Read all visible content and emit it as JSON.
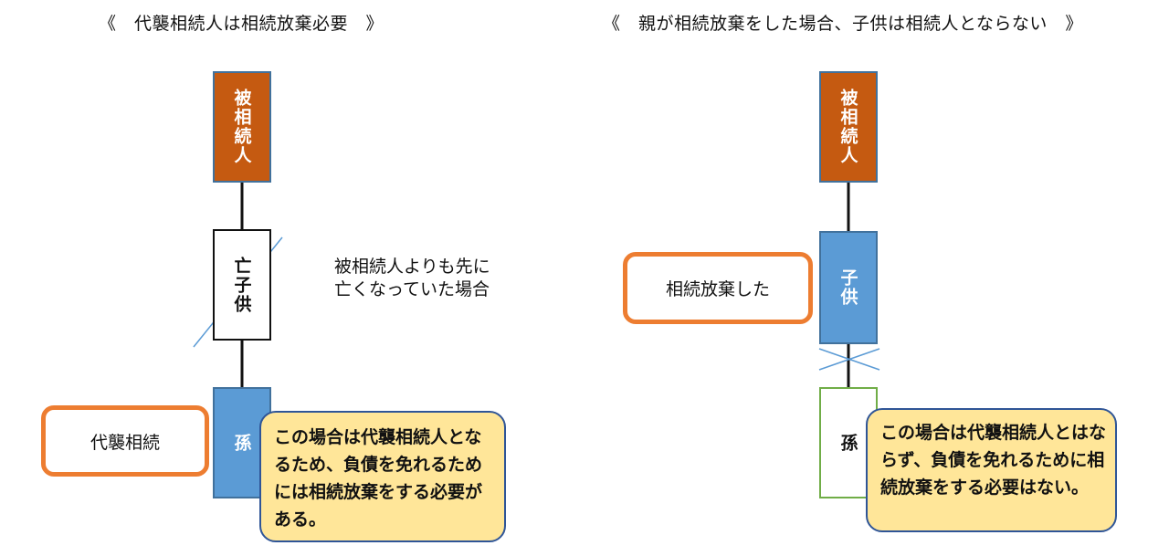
{
  "left": {
    "title": "《　代襲相続人は相続放棄必要　》",
    "decedent": "被相続人",
    "deceased_child": "亡子供",
    "deceased_note": "被相続人よりも先に\n亡くなっていた場合",
    "grandchild": "孫",
    "label": "代襲相続",
    "note": "この場合は代襲相続人となるため、負債を免れるためには相続放棄をする必要がある。"
  },
  "right": {
    "title": "《　親が相続放棄をした場合、子供は相続人とならない　》",
    "decedent": "被相続人",
    "child": "子供",
    "label": "相続放棄した",
    "grandchild": "孫",
    "note": "この場合は代襲相続人とはならず、負債を免れるために相続放棄をする必要はない。"
  },
  "colors": {
    "decedent_fill": "#c55a11",
    "heir_fill": "#5b9bd5",
    "box_border": "#41719c",
    "callout_border": "#ed7d31",
    "note_fill": "#ffe699",
    "note_border": "#2f5597",
    "grandchild_border_right": "#70ad47",
    "cross_line": "#5b9bd5"
  }
}
